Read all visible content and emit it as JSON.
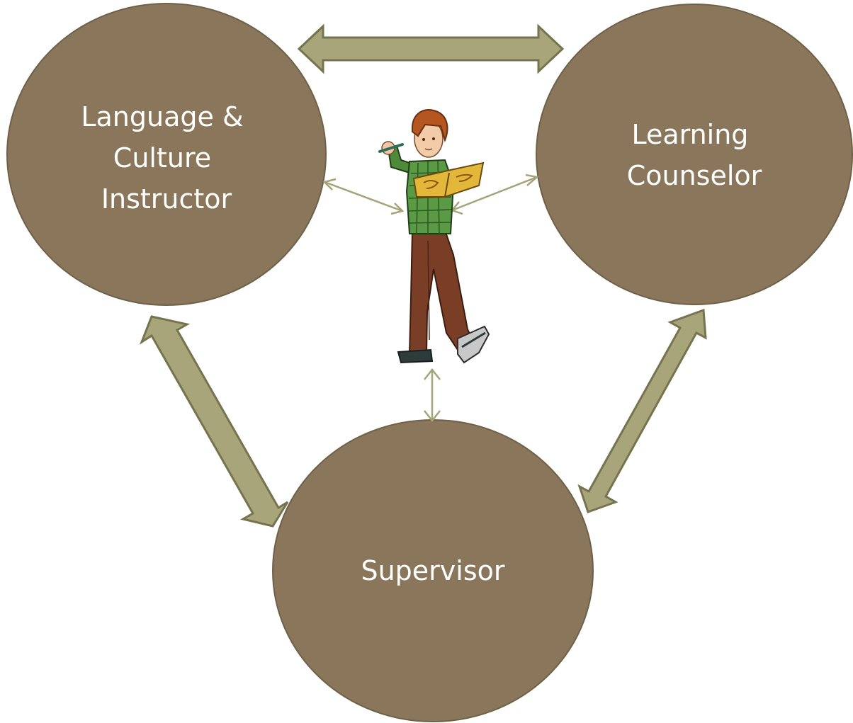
{
  "diagram": {
    "nodes": [
      {
        "id": "instructor",
        "lines": [
          "Language &",
          "Culture",
          "Instructor"
        ]
      },
      {
        "id": "counselor",
        "lines": [
          "Learning",
          "Counselor"
        ]
      },
      {
        "id": "supervisor",
        "lines": [
          "Supervisor"
        ]
      }
    ],
    "center_figure": "student-reading-illustration",
    "colors": {
      "node_fill": "#8a765b",
      "node_stroke": "#6f6048",
      "arrow_fill": "#a9a57a",
      "arrow_stroke": "#76734f",
      "thin_arrow": "#a6a37a",
      "label_text": "#ffffff"
    }
  }
}
